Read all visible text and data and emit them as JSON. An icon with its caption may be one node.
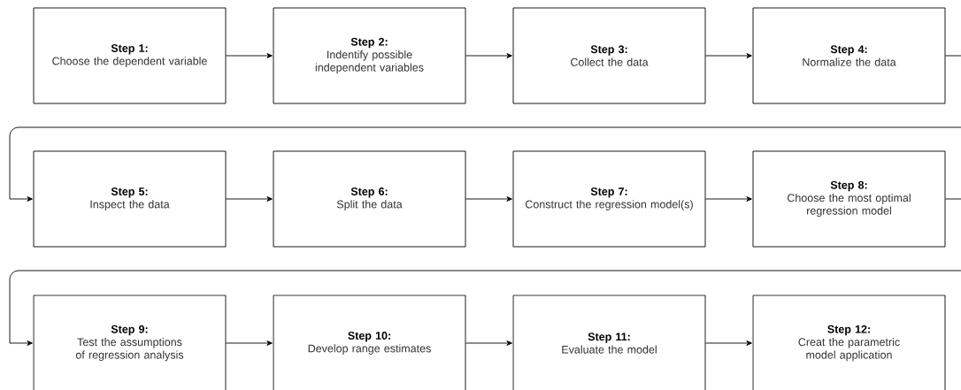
{
  "diagram": {
    "nodes": [
      {
        "text": [
          "Step 1:",
          "Choose the dependent variable"
        ]
      },
      {
        "text": [
          "Step 2:",
          "Indentify possible independent variables"
        ]
      },
      {
        "text": [
          "Step 3:",
          "Collect the data"
        ]
      },
      {
        "text": [
          "Step 4:",
          "Normalize the data"
        ]
      },
      {
        "text": [
          "Step 5:",
          "Inspect the data"
        ]
      },
      {
        "text": [
          "Step 6:",
          "Split the data"
        ]
      },
      {
        "text": [
          "Step 7:",
          "Construct the regression model(s)"
        ]
      },
      {
        "text": [
          "Step 8:",
          "Choose the most optimal regression model"
        ]
      },
      {
        "text": [
          "Step 9:",
          "Test the assumptions of regression analysis"
        ]
      },
      {
        "text": [
          "Step 10:",
          "Develop range estimates"
        ]
      },
      {
        "text": [
          "Step 11:",
          "Evaluate the model"
        ]
      },
      {
        "text": [
          "Step 12:",
          "Creat the parametric model application"
        ]
      }
    ],
    "edges": [
      {
        "from": 0,
        "to": 1,
        "arrow": "to"
      },
      {
        "from": 1,
        "to": 2,
        "arrow": "to"
      },
      {
        "from": 2,
        "to": 3,
        "arrow": "to"
      },
      {
        "from": 3,
        "to": 4,
        "arrow": "to"
      },
      {
        "from": 4,
        "to": 5,
        "arrow": "to"
      },
      {
        "from": 5,
        "to": 6,
        "arrow": "to"
      },
      {
        "from": 6,
        "to": 7,
        "arrow": "to"
      },
      {
        "from": 7,
        "to": 8,
        "arrow": "to"
      },
      {
        "from": 8,
        "to": 9,
        "arrow": "to"
      },
      {
        "from": 9,
        "to": 10,
        "arrow": "to"
      },
      {
        "from": 10,
        "to": 11,
        "arrow": "to"
      }
    ]
  }
}
